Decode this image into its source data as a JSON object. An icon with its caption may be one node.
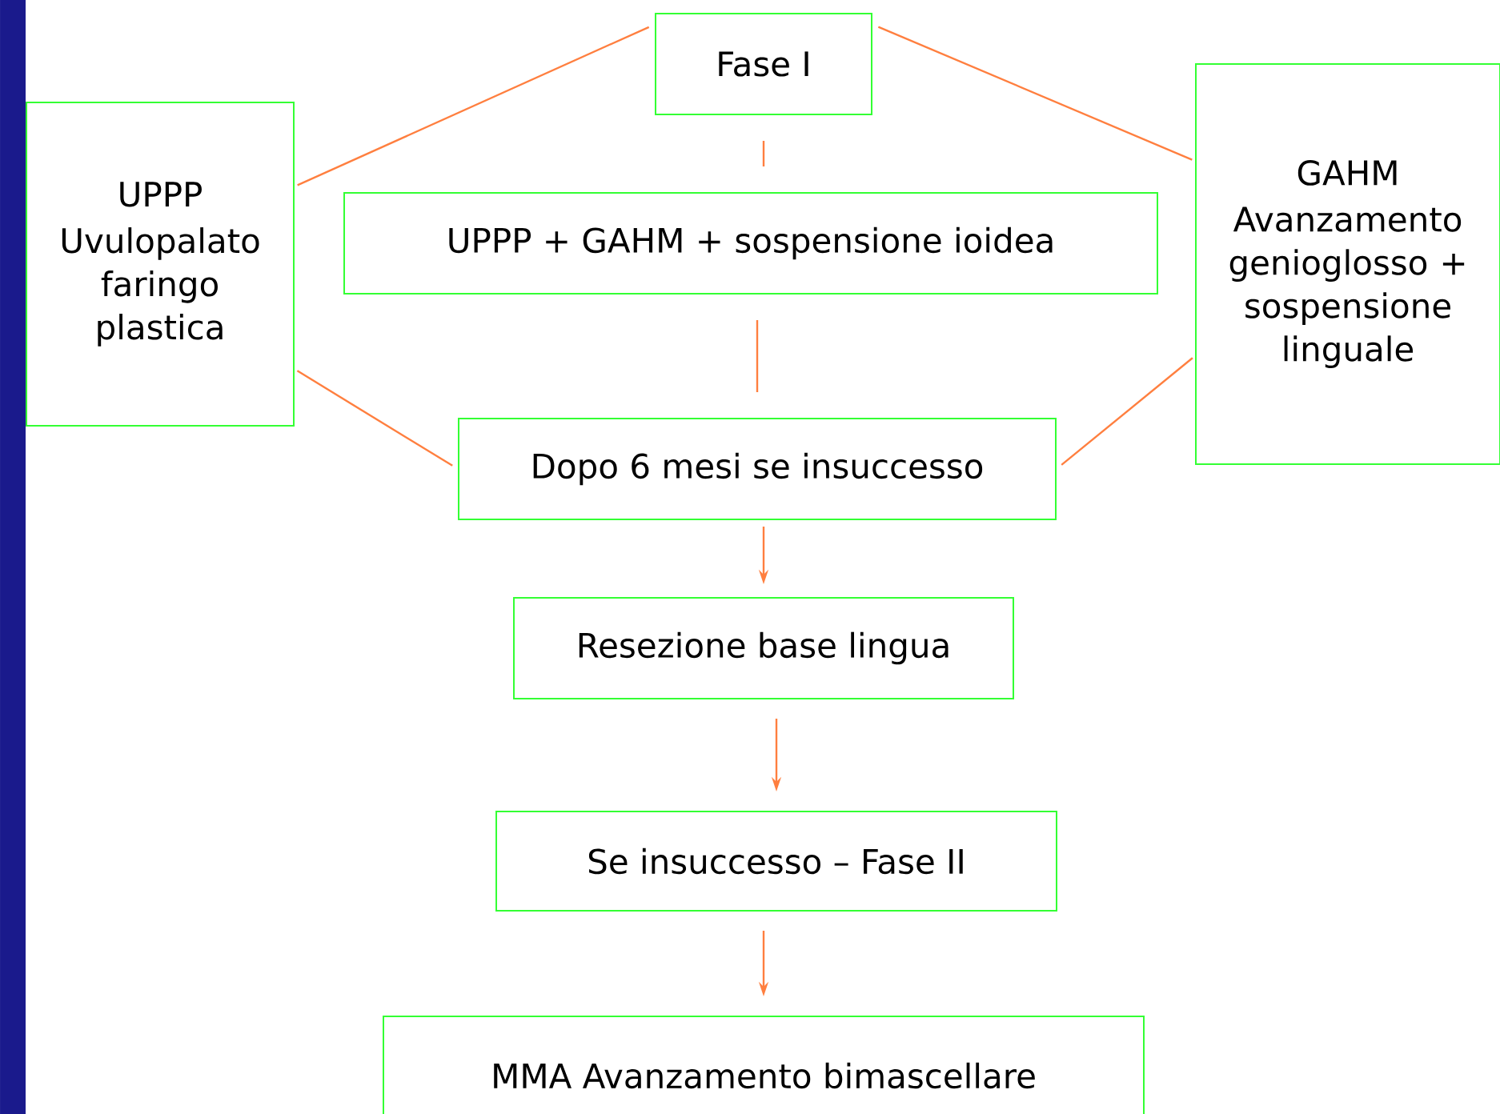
{
  "diagram": {
    "nodes": [
      {
        "text": [
          "Fase I"
        ]
      },
      {
        "text": [
          "UPPP",
          "Uvulopalato faringo plastica"
        ]
      },
      {
        "text": [
          "UPPP + GAHM + sospensione ioidea"
        ]
      },
      {
        "text": [
          "GAHM",
          "Avanzamento genioglosso + sospensione linguale"
        ]
      },
      {
        "text": [
          "Dopo 6 mesi se insuccesso"
        ]
      },
      {
        "text": [
          "Resezione base lingua"
        ]
      },
      {
        "text": [
          "Se insuccesso – Fase II"
        ]
      },
      {
        "text": [
          "MMA Avanzamento bimascellare"
        ]
      }
    ],
    "edges": [
      {
        "from": 0,
        "to": 1,
        "arrow": "none"
      },
      {
        "from": 0,
        "to": 3,
        "arrow": "none"
      },
      {
        "from": 0,
        "to": 2,
        "arrow": "none"
      },
      {
        "from": 2,
        "to": 4,
        "arrow": "none"
      },
      {
        "from": 1,
        "to": 4,
        "arrow": "none"
      },
      {
        "from": 3,
        "to": 4,
        "arrow": "none"
      },
      {
        "from": 4,
        "to": 5,
        "arrow": "to"
      },
      {
        "from": 5,
        "to": 6,
        "arrow": "to"
      },
      {
        "from": 6,
        "to": 7,
        "arrow": "to"
      }
    ]
  }
}
